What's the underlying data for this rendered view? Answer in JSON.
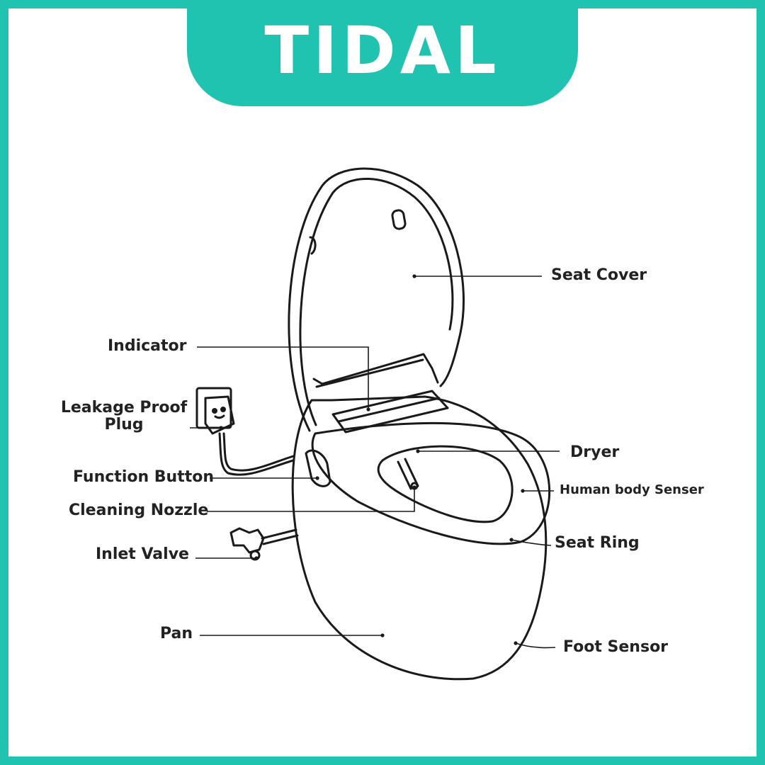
{
  "brand": {
    "name": "TIDAL",
    "accent_color": "#1fc3b0"
  },
  "labels": {
    "seat_cover": "Seat Cover",
    "indicator": "Indicator",
    "leakage_proof_plug_line1": "Leakage Proof",
    "leakage_proof_plug_line2": "Plug",
    "function_button": "Function Button",
    "cleaning_nozzle": "Cleaning Nozzle",
    "inlet_valve": "Inlet Valve",
    "pan": "Pan",
    "dryer": "Dryer",
    "human_body_sensor": "Human body Senser",
    "seat_ring": "Seat Ring",
    "foot_sensor": "Foot Sensor"
  }
}
